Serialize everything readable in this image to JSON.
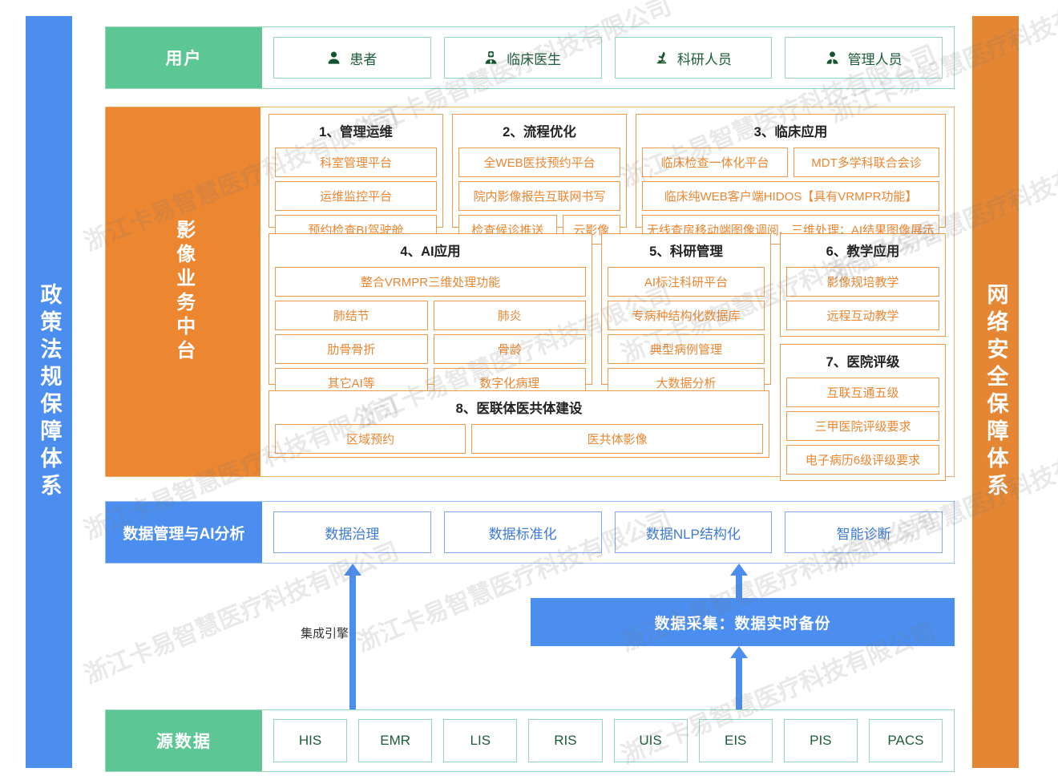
{
  "sides": {
    "left": {
      "label": "政策法规保障体系",
      "color": "#4C8EF0"
    },
    "right": {
      "label": "网络安全保障体系",
      "color": "#E58634"
    }
  },
  "user_row": {
    "label": "用户",
    "items": [
      {
        "label": "患者",
        "icon": "user-icon"
      },
      {
        "label": "临床医生",
        "icon": "doctor-icon"
      },
      {
        "label": "科研人员",
        "icon": "microscope-icon"
      },
      {
        "label": "管理人员",
        "icon": "manager-icon"
      }
    ]
  },
  "mid_band": {
    "label": "影像业务中台",
    "color": "#EC8631",
    "groups": [
      {
        "title": "1、管理运维",
        "rows": [
          [
            "科室管理平台"
          ],
          [
            "运维监控平台"
          ],
          [
            "预约检查BI驾驶舱"
          ]
        ]
      },
      {
        "title": "2、流程优化",
        "rows": [
          [
            "全WEB医技预约平台"
          ],
          [
            "院内影像报告互联网书写"
          ],
          [
            "检查候诊推送",
            "云影像"
          ]
        ]
      },
      {
        "title": "3、临床应用",
        "rows": [
          [
            "临床检查一体化平台",
            "MDT多学科联合会诊"
          ],
          [
            "临床纯WEB客户端HIDOS【具有VRMPR功能】"
          ],
          [
            "无线查房移动端图像调阅、三维处理；AI结果图像展示"
          ]
        ]
      },
      {
        "title": "4、AI应用",
        "rows": [
          [
            "整合VRMPR三维处理功能"
          ],
          [
            "肺结节",
            "肺炎"
          ],
          [
            "肋骨骨折",
            "骨龄"
          ],
          [
            "其它AI等",
            "数字化病理"
          ]
        ]
      },
      {
        "title": "5、科研管理",
        "rows": [
          [
            "AI标注科研平台"
          ],
          [
            "专病种结构化数据库"
          ],
          [
            "典型病例管理"
          ],
          [
            "大数据分析"
          ]
        ]
      },
      {
        "title": "6、教学应用",
        "rows": [
          [
            "影像规培教学"
          ],
          [
            "远程互动教学"
          ]
        ]
      },
      {
        "title": "7、医院评级",
        "rows": [
          [
            "互联互通五级"
          ],
          [
            "三甲医院评级要求"
          ],
          [
            "电子病历6级评级要求"
          ]
        ]
      },
      {
        "title": "8、医联体医共体建设",
        "rows": [
          [
            "区域预约",
            "医共体影像"
          ]
        ]
      }
    ]
  },
  "data_band": {
    "label": "数据管理与AI分析",
    "color": "#4C8EF0",
    "items": [
      "数据治理",
      "数据标准化",
      "数据NLP结构化",
      "智能诊断"
    ]
  },
  "connectors": {
    "engine_label": "集成引擎",
    "collection_bar": "数据采集：数据实时备份"
  },
  "source_row": {
    "label": "源数据",
    "color": "#5CC795",
    "items": [
      "HIS",
      "EMR",
      "LIS",
      "RIS",
      "UIS",
      "EIS",
      "PIS",
      "PACS"
    ]
  },
  "watermark": {
    "text": "浙江卡易智慧医疗科技有限公司"
  }
}
